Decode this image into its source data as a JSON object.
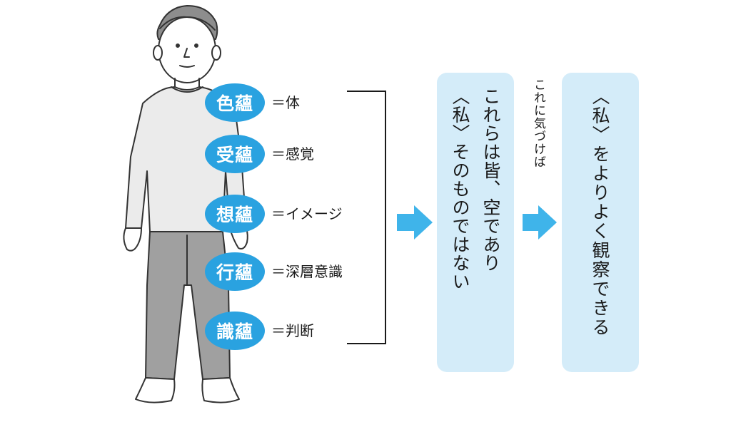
{
  "aggregates": [
    {
      "name": "色蘊",
      "meaning": "＝体"
    },
    {
      "name": "受蘊",
      "meaning": "＝感覚"
    },
    {
      "name": "想蘊",
      "meaning": "＝イメージ"
    },
    {
      "name": "行蘊",
      "meaning": "＝深層意識"
    },
    {
      "name": "識蘊",
      "meaning": "＝判断"
    }
  ],
  "step1": {
    "line1": "これらは皆、空であり",
    "line2": "〈私〉そのものではない"
  },
  "connector_label": "これに気づけば",
  "step2": {
    "line1": "〈私〉をよりよく観察できる"
  },
  "colors": {
    "badge": "#2aa2e0",
    "panel": "#d4ecf9",
    "arrow": "#3fb4ea"
  }
}
